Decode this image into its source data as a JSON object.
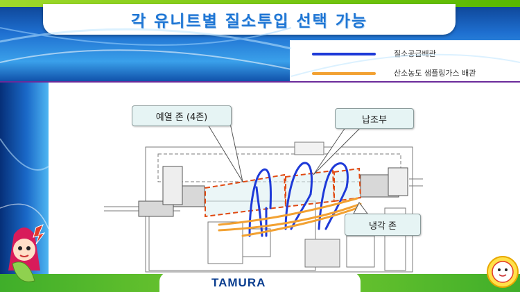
{
  "header": {
    "title": "각 유니트별 질소투입 선택 가능"
  },
  "legend": {
    "items": [
      {
        "label": "질소공급배관",
        "color": "#1e3ad8"
      },
      {
        "label": "산소농도 샘플링가스 배관",
        "color": "#f2a132"
      }
    ]
  },
  "callouts": {
    "preheat": "예열 존 (4존)",
    "solder": "납조부",
    "cool": "냉각 존"
  },
  "footer": {
    "logo_main": "TAMURA"
  },
  "colors": {
    "nitrogen_pipe": "#1e3ad8",
    "sampling_pipe": "#f2a132",
    "zone_outline": "#e04a12",
    "title": "#1f76d4"
  }
}
